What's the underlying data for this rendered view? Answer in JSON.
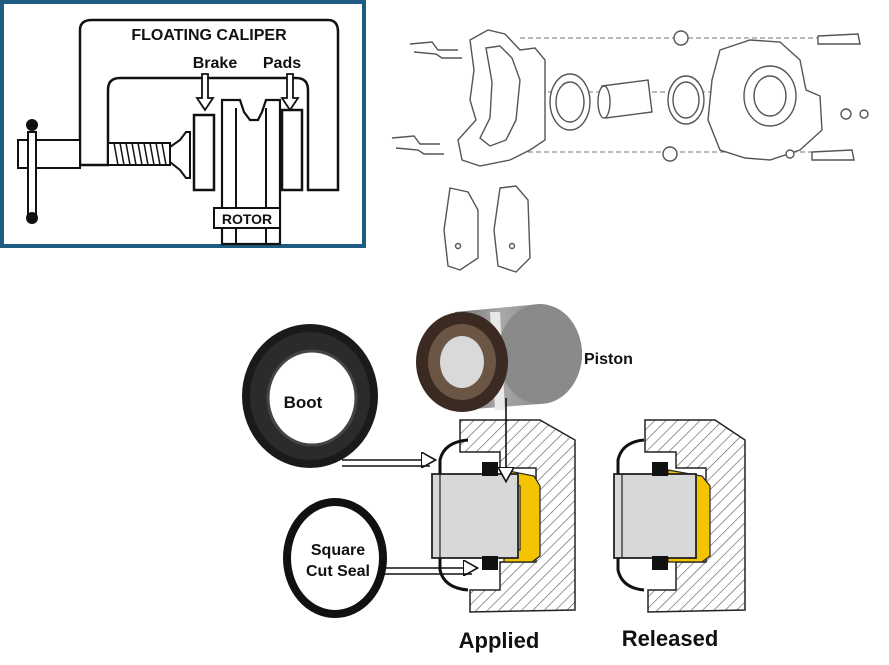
{
  "floating_caliper_panel": {
    "title": "FLOATING CALIPER",
    "brake_label": "Brake",
    "pads_label": "Pads",
    "rotor_label": "ROTOR",
    "border_color": "#1f5c82"
  },
  "seal_diagram": {
    "piston_label": "Piston",
    "boot_label": "Boot",
    "seal_label_line1": "Square",
    "seal_label_line2": "Cut Seal",
    "applied_label": "Applied",
    "released_label": "Released",
    "fluid_color": "#f5c400"
  }
}
